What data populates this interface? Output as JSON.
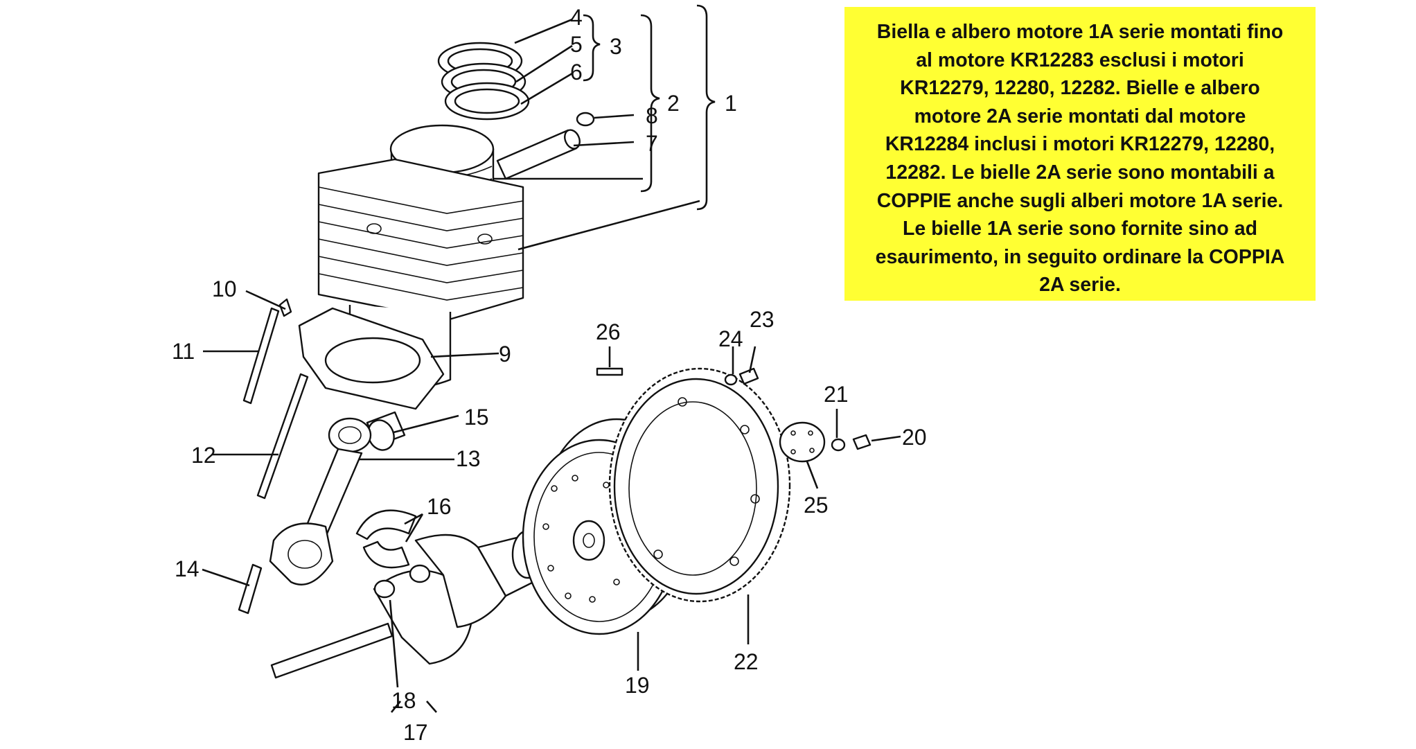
{
  "note": {
    "lines": [
      "Biella e albero motore 1A serie montati fino",
      "al motore KR12283 esclusi i motori",
      "KR12279, 12280, 12282. Bielle e albero",
      "motore 2A serie montati dal motore",
      "KR12284 inclusi i motori KR12279, 12280,",
      "12282. Le bielle 2A serie sono montabili a",
      "COPPIE anche sugli alberi motore 1A serie.",
      "Le bielle 1A serie sono fornite sino ad",
      "esaurimento, in seguito ordinare la COPPIA",
      "2A serie."
    ]
  },
  "callouts": {
    "c1": "1",
    "c2": "2",
    "c3": "3",
    "c4": "4",
    "c5": "5",
    "c6": "6",
    "c7": "7",
    "c8": "8",
    "c9": "9",
    "c10": "10",
    "c11": "11",
    "c12": "12",
    "c13": "13",
    "c14": "14",
    "c15": "15",
    "c16": "16",
    "c17": "17",
    "c18": "18",
    "c19": "19",
    "c20": "20",
    "c21": "21",
    "c22": "22",
    "c23": "23",
    "c24": "24",
    "c25": "25",
    "c26": "26"
  },
  "colors": {
    "note_background": "#ffff33",
    "ink": "#111111"
  }
}
